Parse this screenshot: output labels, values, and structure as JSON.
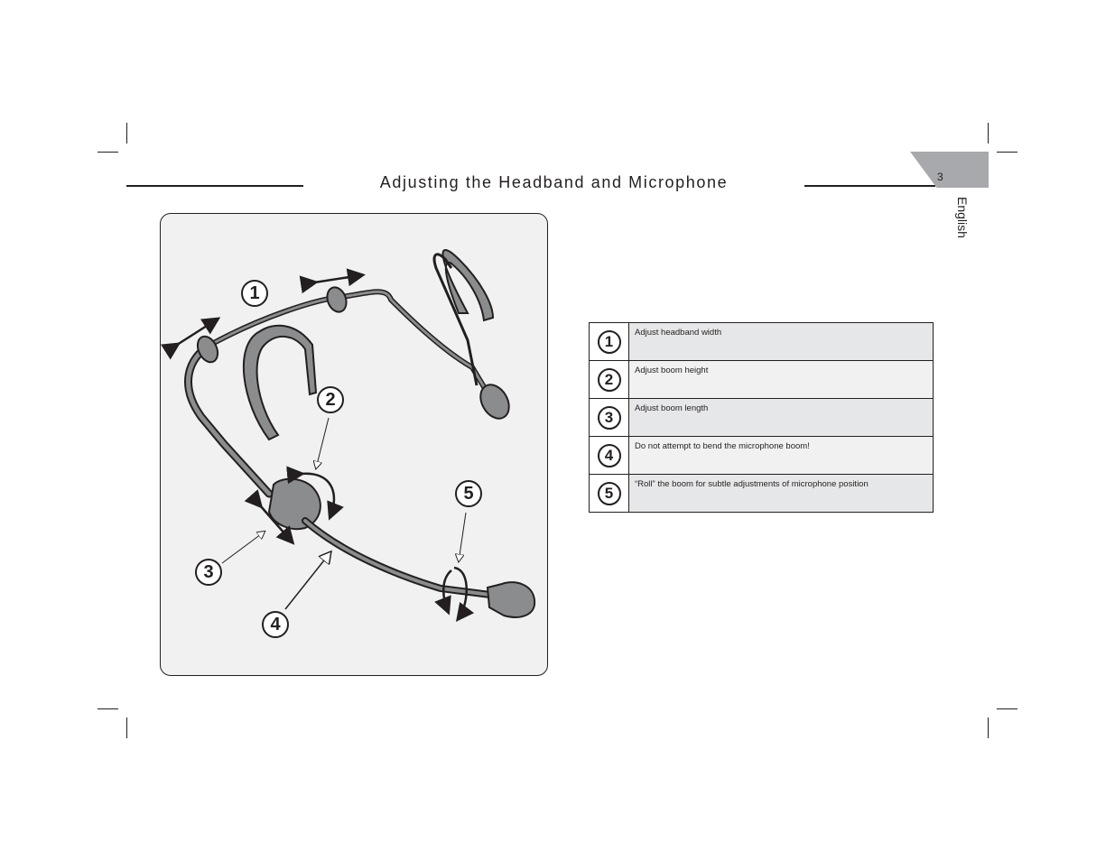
{
  "header": {
    "title": "Adjusting the Headband and Microphone",
    "page_number": "3",
    "language": "English"
  },
  "figure": {
    "callouts": [
      "1",
      "2",
      "3",
      "4",
      "5"
    ]
  },
  "steps": [
    {
      "number": "1",
      "text": "Adjust headband width"
    },
    {
      "number": "2",
      "text": "Adjust boom height"
    },
    {
      "number": "3",
      "text": "Adjust boom length"
    },
    {
      "number": "4",
      "text": "Do not attempt to bend the microphone boom!"
    },
    {
      "number": "5",
      "text": "“Roll” the boom for subtle adjustments of microphone position"
    }
  ],
  "colors": {
    "text": "#231f20",
    "tab": "#a7a9ac",
    "figure_bg": "#f1f1f2",
    "headset_pad": "#8a8c8e",
    "row_dark": "#e6e7e8",
    "row_light": "#f1f1f2"
  }
}
